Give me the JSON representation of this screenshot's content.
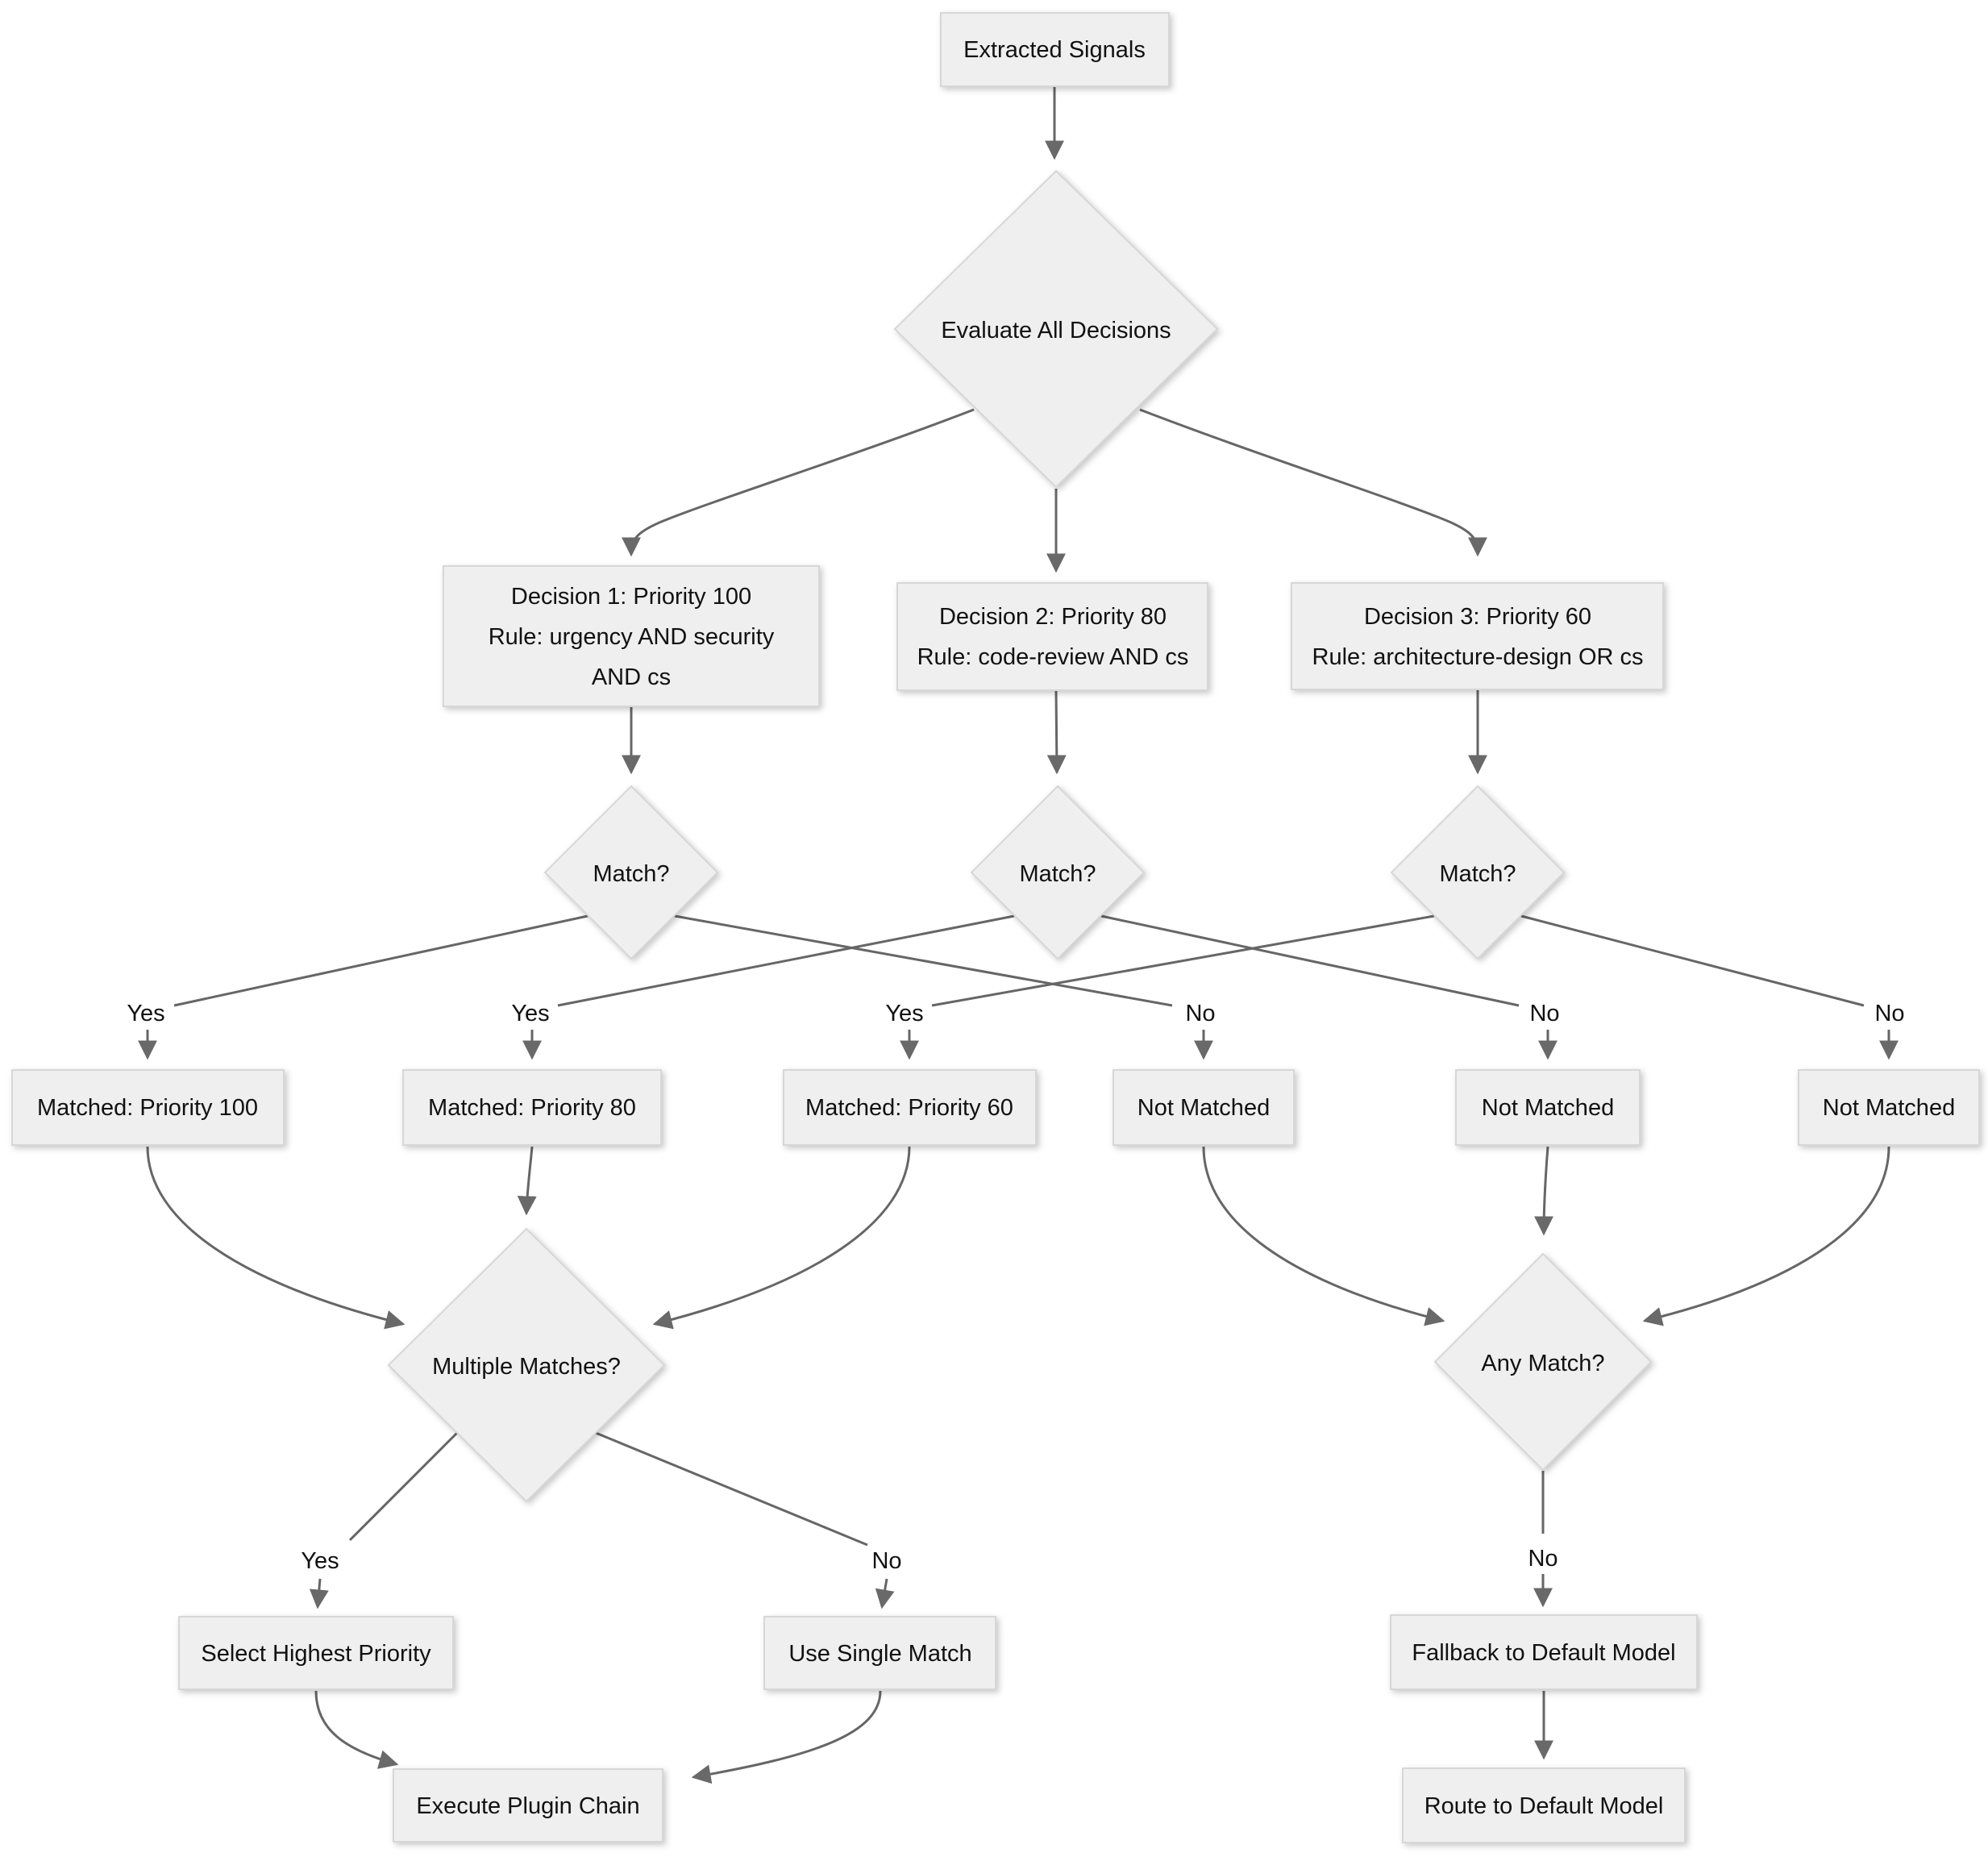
{
  "diagram": {
    "type": "flowchart",
    "nodes": {
      "start": {
        "label": "Extracted Signals"
      },
      "evaluate": {
        "label": "Evaluate All Decisions"
      },
      "decision1": {
        "line1": "Decision 1: Priority 100",
        "line2": "Rule: urgency AND security",
        "line3": "AND cs"
      },
      "decision2": {
        "line1": "Decision 2: Priority 80",
        "line2": "Rule: code-review AND cs"
      },
      "decision3": {
        "line1": "Decision 3: Priority 60",
        "line2": "Rule: architecture-design OR cs"
      },
      "match1": {
        "label": "Match?"
      },
      "match2": {
        "label": "Match?"
      },
      "match3": {
        "label": "Match?"
      },
      "matched100": {
        "label": "Matched: Priority 100"
      },
      "matched80": {
        "label": "Matched: Priority 80"
      },
      "matched60": {
        "label": "Matched: Priority 60"
      },
      "not_matched_1": {
        "label": "Not Matched"
      },
      "not_matched_2": {
        "label": "Not Matched"
      },
      "not_matched_3": {
        "label": "Not Matched"
      },
      "multiple_matches": {
        "label": "Multiple Matches?"
      },
      "any_match": {
        "label": "Any Match?"
      },
      "select_highest": {
        "label": "Select Highest Priority"
      },
      "use_single": {
        "label": "Use Single Match"
      },
      "fallback": {
        "label": "Fallback to Default Model"
      },
      "execute": {
        "label": "Execute Plugin Chain"
      },
      "route": {
        "label": "Route to Default Model"
      }
    },
    "edge_labels": {
      "match1_yes": "Yes",
      "match2_yes": "Yes",
      "match3_yes": "Yes",
      "match1_no": "No",
      "match2_no": "No",
      "match3_no": "No",
      "multiple_yes": "Yes",
      "multiple_no": "No",
      "any_no": "No"
    },
    "colors": {
      "node_fill": "#efefef",
      "node_border": "#d7d7d7",
      "edge": "#666666",
      "arrowhead": "#696969",
      "text": "#111111",
      "background": "#ffffff"
    }
  }
}
